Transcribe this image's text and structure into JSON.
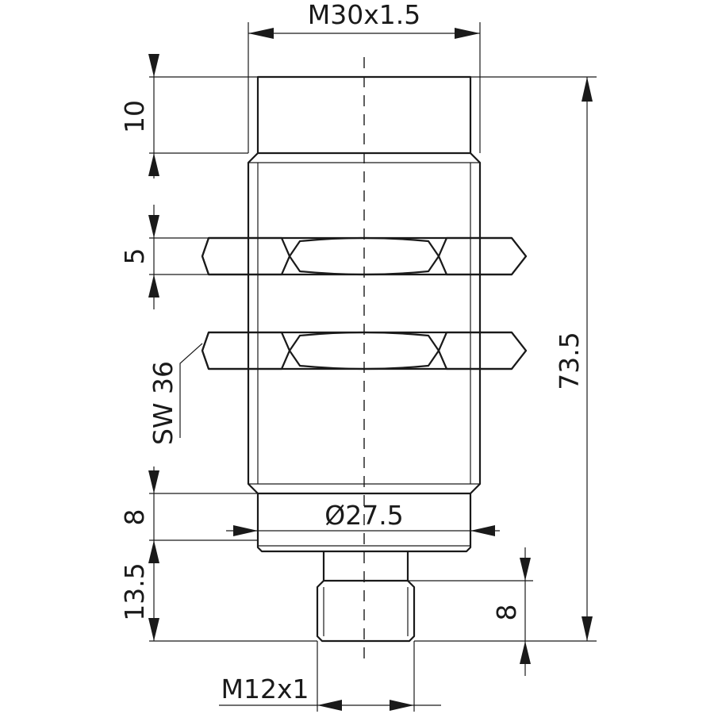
{
  "drawing": {
    "labels": {
      "thread_main": "M30x1.5",
      "cap_length": "10",
      "nut_thickness": "5",
      "wrench_size": "SW 36",
      "total_length": "73.5",
      "collar_length": "8",
      "collar_diameter": "Ø27.5",
      "connector_total": "13.5",
      "connector_thread_length": "8",
      "connector_thread": "M12x1"
    }
  }
}
